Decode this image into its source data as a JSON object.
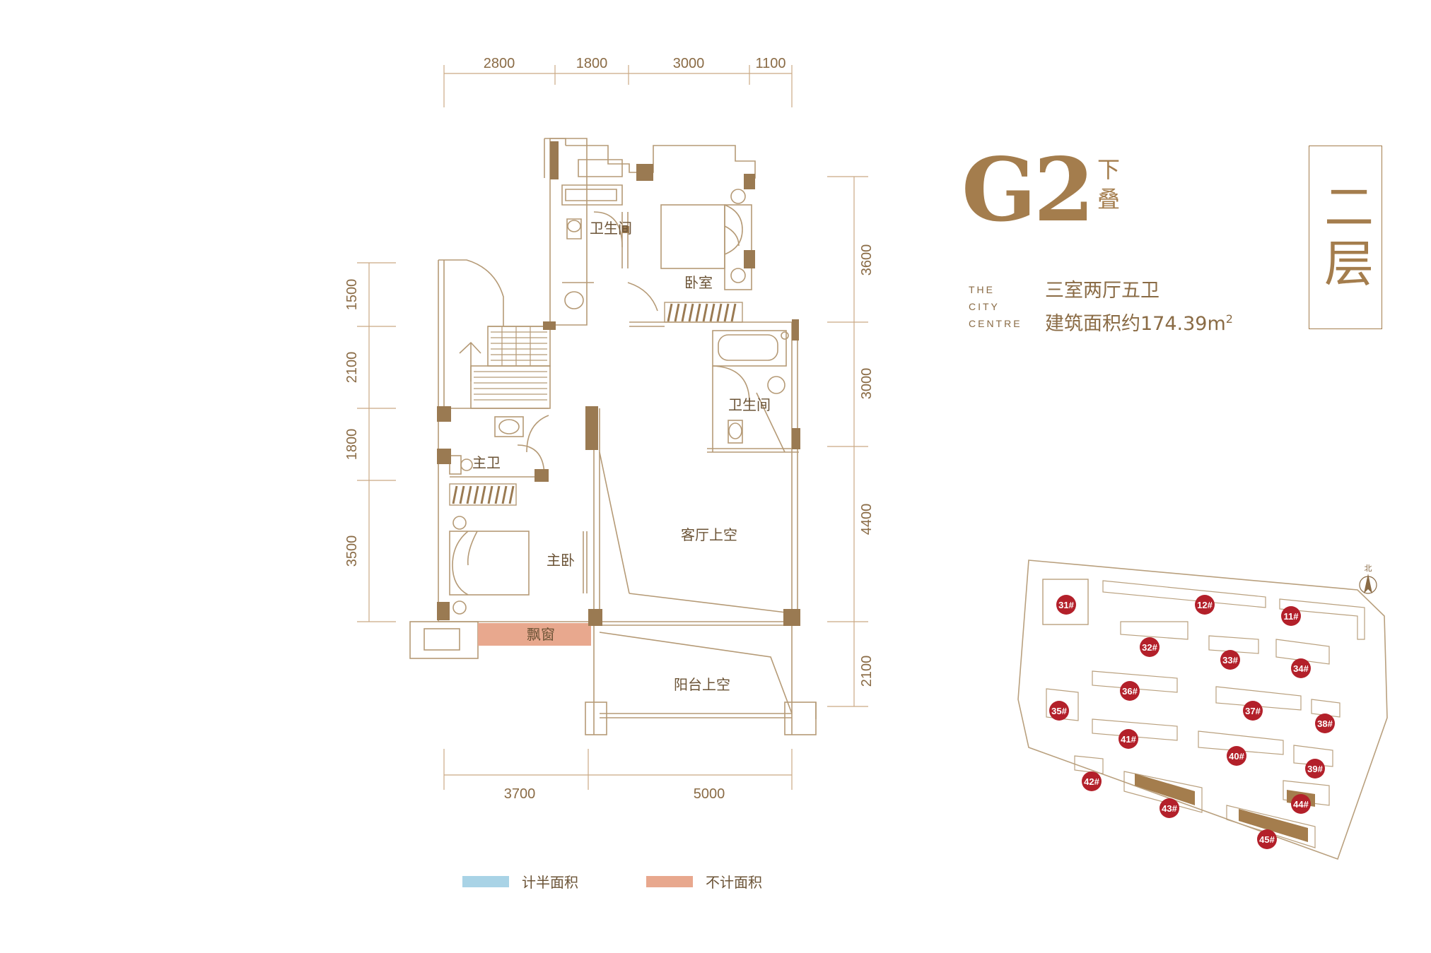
{
  "header": {
    "unit_code": "G2",
    "unit_sub_1": "下",
    "unit_sub_2": "叠",
    "floor_label": "二层",
    "brand_line_1": "THE",
    "brand_line_2": "CITY",
    "brand_line_3": "CENTRE",
    "layout_text": "三室两厅五卫",
    "area_text": "建筑面积约174.39m",
    "area_sup": "2"
  },
  "dimensions": {
    "top": [
      "2800",
      "1800",
      "3000",
      "1100"
    ],
    "bottom": [
      "3700",
      "5000"
    ],
    "left": [
      "1500",
      "2100",
      "1800",
      "3500"
    ],
    "right": [
      "3600",
      "3000",
      "4400",
      "2100"
    ]
  },
  "rooms": {
    "bath_top": "卫生间",
    "bedroom": "卧室",
    "bath_right": "卫生间",
    "master_bath": "主卫",
    "master_bedroom": "主卧",
    "living_void": "客厅上空",
    "bay_window": "飘窗",
    "balcony_void": "阳台上空"
  },
  "legend": [
    {
      "label": "计半面积",
      "color": "#a9d3e6"
    },
    {
      "label": "不计面积",
      "color": "#e8a88e"
    }
  ],
  "site_plan": {
    "north_label": "北",
    "buildings": [
      "31#",
      "12#",
      "11#",
      "32#",
      "33#",
      "34#",
      "36#",
      "37#",
      "35#",
      "38#",
      "41#",
      "40#",
      "39#",
      "42#",
      "43#",
      "44#",
      "45#"
    ],
    "marker_color": "#b3202a"
  },
  "colors": {
    "accent": "#a47d4d",
    "wall": "#9a7a52",
    "bay_window_fill": "#e8a88e"
  }
}
